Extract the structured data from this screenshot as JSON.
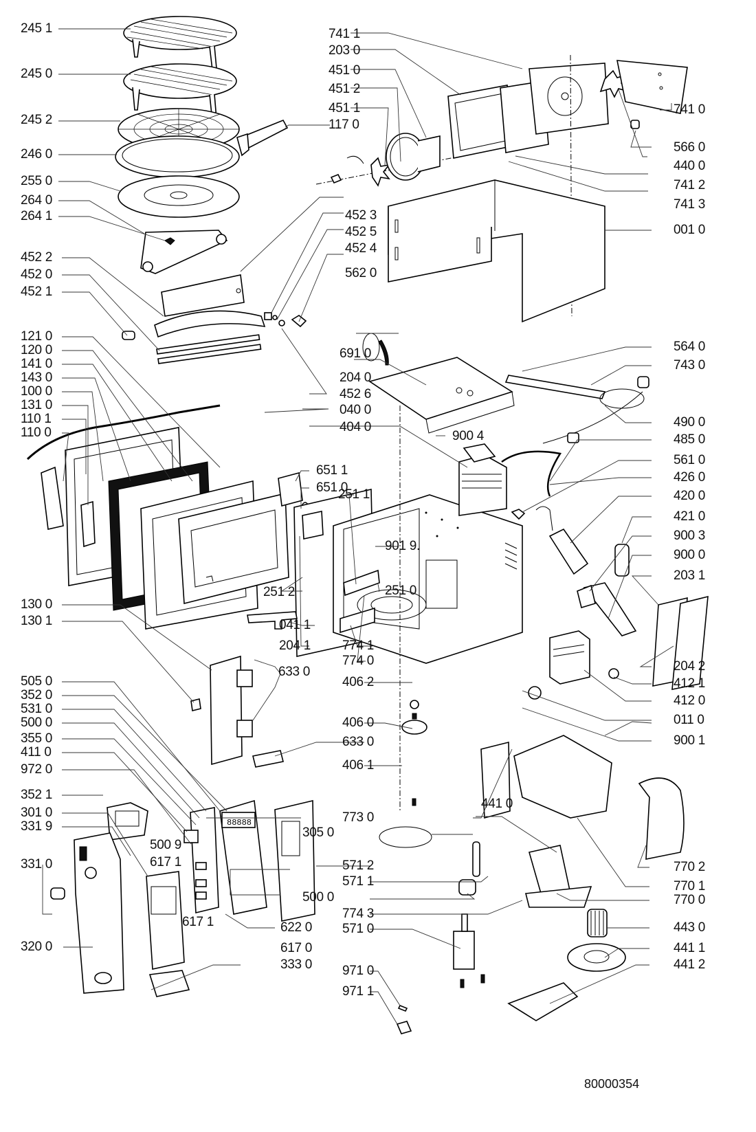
{
  "diagram": {
    "title": "Microwave oven exploded parts view",
    "document_number": "80000354",
    "labels": {
      "p2451": "245 1",
      "p2450": "245 0",
      "p2452": "245 2",
      "p2460": "246 0",
      "p2550": "255 0",
      "p2640": "264 0",
      "p2641": "264 1",
      "p4522": "452 2",
      "p4520": "452 0",
      "p4521": "452 1",
      "p1210": "121 0",
      "p1200": "120 0",
      "p1410": "141 0",
      "p1430": "143 0",
      "p1000": "100 0",
      "p1310": "131 0",
      "p1101": "110 1",
      "p1100": "110 0",
      "p1300": "130 0",
      "p1301": "130 1",
      "p5050": "505 0",
      "p3520": "352 0",
      "p5310": "531 0",
      "p5000a": "500 0",
      "p3550": "355 0",
      "p4110": "411 0",
      "p9720": "972 0",
      "p3521": "352 1",
      "p3010": "301 0",
      "p3319": "331 9",
      "p3310": "331 0",
      "p3200": "320 0",
      "p7411": "741 1",
      "p2030": "203 0",
      "p4510": "451 0",
      "p4512": "451 2",
      "p4511": "451 1",
      "p1170": "117 0",
      "p7410": "741 0",
      "p5660": "566 0",
      "p4400": "440 0",
      "p7412": "741 2",
      "p7413": "741 3",
      "p0010": "001 0",
      "p4523": "452 3",
      "p4525": "452 5",
      "p4524": "452 4",
      "p5620": "562 0",
      "p6910": "691 0",
      "p2040": "204 0",
      "p4526": "452 6",
      "p0400": "040 0",
      "p4040": "404 0",
      "p9004": "900 4",
      "p5640": "564 0",
      "p7430": "743 0",
      "p4900": "490 0",
      "p4850": "485 0",
      "p5610": "561 0",
      "p4260": "426 0",
      "p4200": "420 0",
      "p4210": "421 0",
      "p9003": "900 3",
      "p9000": "900 0",
      "p2031": "203 1",
      "p2042": "204 2",
      "p4121": "412 1",
      "p4120": "412 0",
      "p0110": "011 0",
      "p9001": "900 1",
      "p6511": "651 1",
      "p6510": "651 0",
      "p2511": "251 1",
      "p9019": "901 9.",
      "p2512": "251 2",
      "p2510": "251 0",
      "p0411": "041 1",
      "p2041": "204 1",
      "p7741": "774 1",
      "p7740": "774 0",
      "p6330a": "633 0",
      "p4062": "406 2",
      "p4060": "406 0",
      "p6330b": "633 0",
      "p4061": "406 1",
      "p5009": "500 9",
      "p6171a": "617 1",
      "p6171b": "617 1",
      "p6220": "622 0",
      "p6170": "617 0",
      "p3330": "333 0",
      "p7730": "773 0",
      "p3050": "305 0",
      "p5712": "571 2",
      "p5711": "571 1",
      "p5000b": "500 0",
      "p7743": "774 3",
      "p5710": "571 0",
      "p9710": "971 0",
      "p9711": "971 1",
      "p4410": "441 0",
      "p7702": "770 2",
      "p7701": "770 1",
      "p7700": "770 0",
      "p4430": "443 0",
      "p4411": "441 1",
      "p4412": "441 2"
    }
  }
}
